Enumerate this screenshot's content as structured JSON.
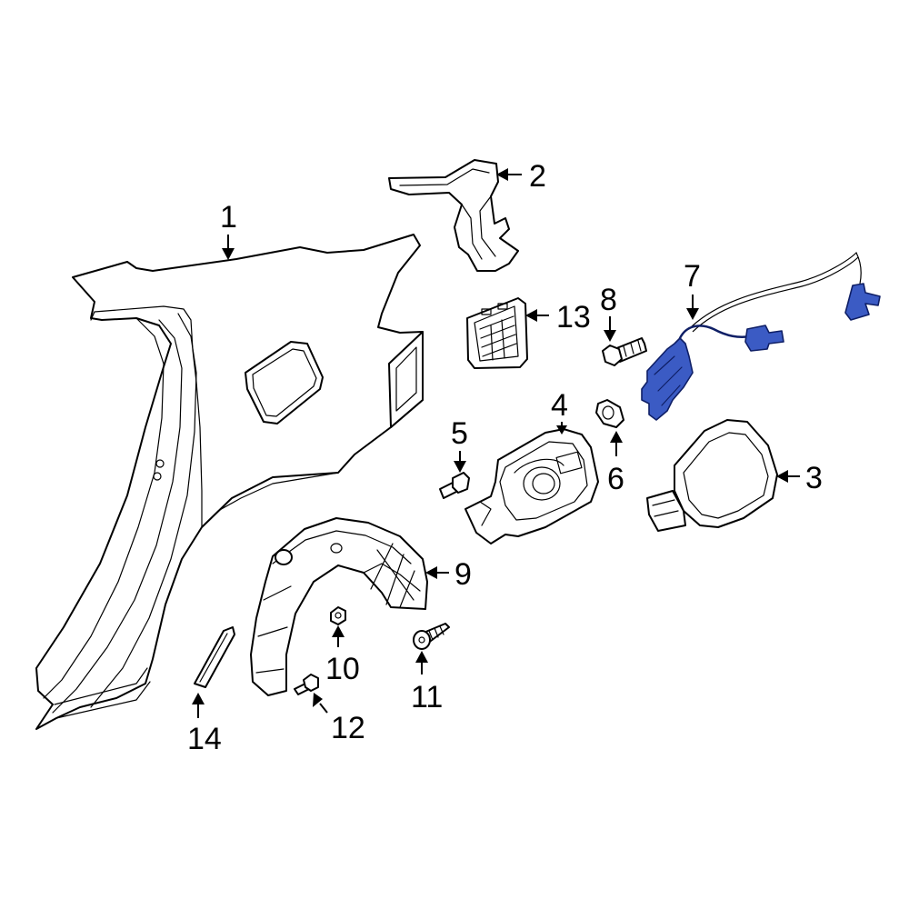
{
  "callouts": {
    "c1": "1",
    "c2": "2",
    "c3": "3",
    "c4": "4",
    "c5": "5",
    "c6": "6",
    "c7": "7",
    "c8": "8",
    "c9": "9",
    "c10": "10",
    "c11": "11",
    "c12": "12",
    "c13": "13",
    "c14": "14"
  },
  "colors": {
    "highlight_fill": "#3b5bc4",
    "highlight_stroke": "#0f1f66",
    "line": "#000000",
    "background": "#ffffff"
  }
}
